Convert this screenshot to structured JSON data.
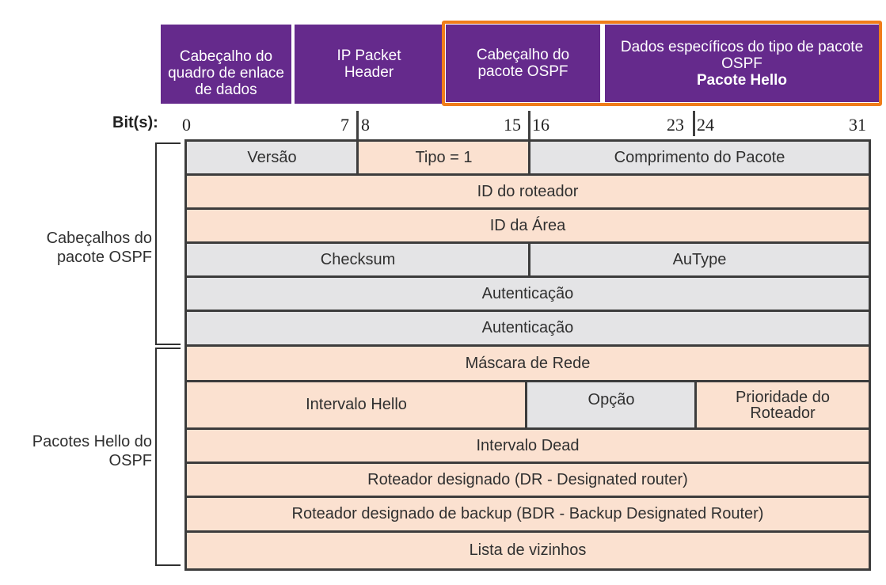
{
  "header_segments": {
    "frame_header": "Cabeçalho do quadro de enlace de dados",
    "ip_header": "IP Packet Header",
    "ospf_header": "Cabeçalho do pacote OSPF",
    "ospf_data_line1": "Dados específicos do tipo de pacote OSPF",
    "ospf_data_line2": "Pacote Hello"
  },
  "bits": {
    "label": "Bit(s):",
    "b0": "0",
    "b7": "7",
    "b8": "8",
    "b15": "15",
    "b16": "16",
    "b23": "23",
    "b24": "24",
    "b31": "31"
  },
  "groups": {
    "ospf_headers": "Cabeçalhos do pacote OSPF",
    "hello_packets": "Pacotes Hello do OSPF"
  },
  "fields": {
    "version": "Versão",
    "type": "Tipo = 1",
    "packet_length": "Comprimento do Pacote",
    "router_id": "ID do roteador",
    "area_id": "ID da Área",
    "checksum": "Checksum",
    "autype": "AuType",
    "auth1": "Autenticação",
    "auth2": "Autenticação",
    "network_mask": "Máscara de Rede",
    "hello_interval": "Intervalo Hello",
    "option": "Opção",
    "router_priority": "Prioridade do Roteador",
    "dead_interval": "Intervalo Dead",
    "dr": "Roteador designado (DR - Designated router)",
    "bdr": "Roteador designado de backup (BDR - Backup Designated Router)",
    "neighbors": "Lista de vizinhos"
  },
  "colors": {
    "header_purple": "#652a8c",
    "highlight_orange": "#f07d1a",
    "field_gray": "#e4e4e6",
    "field_peach": "#fbe1d0"
  }
}
